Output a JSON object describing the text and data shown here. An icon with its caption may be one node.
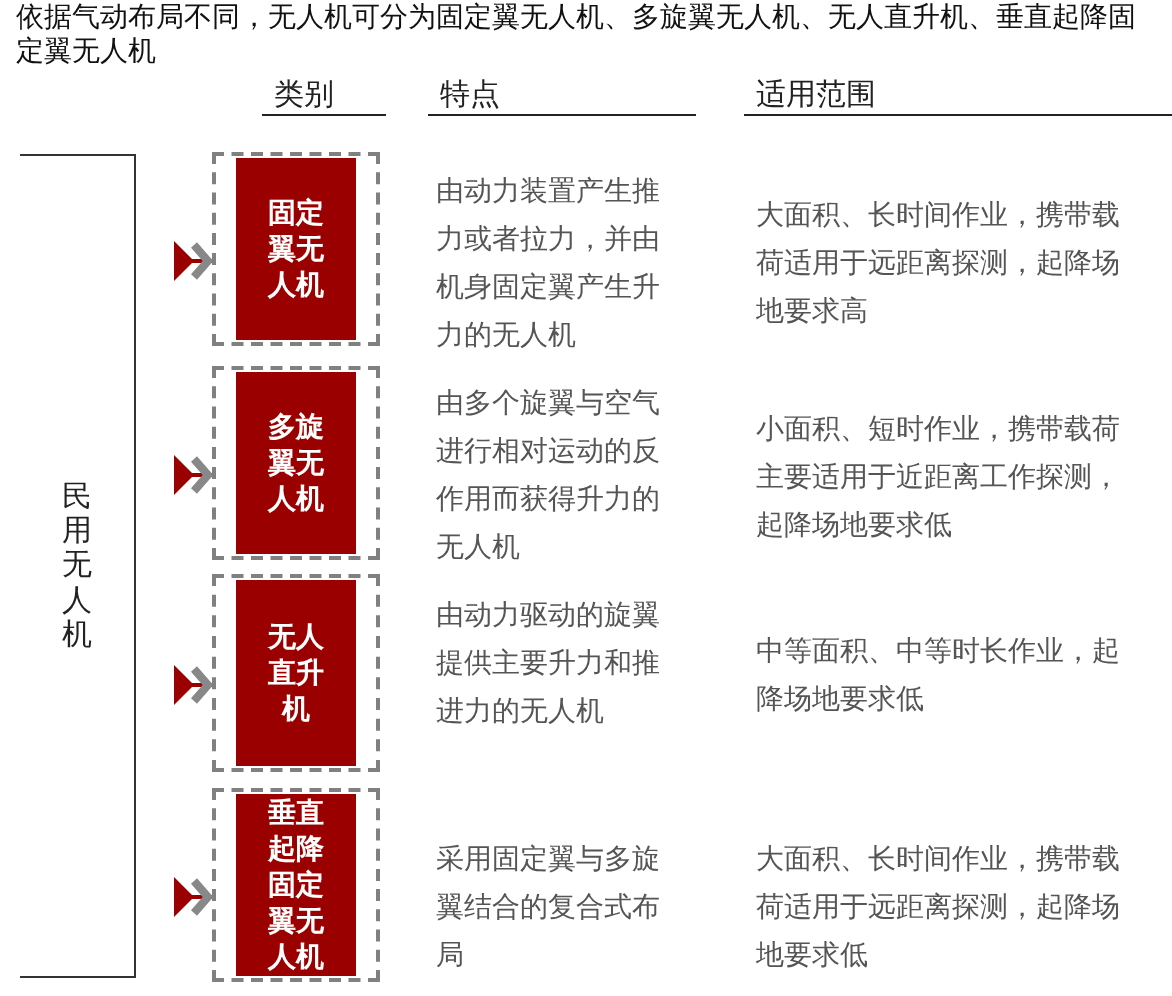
{
  "diagram": {
    "title": "依据气动布局不同，无人机可分为固定翼无人机、多旋翼无人机、无人直升机、垂直起降固定翼无人机",
    "nodes": [
      {
        "text": [
          "民用无人机"
        ]
      },
      {
        "text": [
          "固定翼无人机"
        ]
      },
      {
        "text": [
          "多旋翼无人机"
        ]
      },
      {
        "text": [
          "无人直升机"
        ]
      },
      {
        "text": [
          "垂直起降固定翼无人机"
        ]
      }
    ],
    "edges": [
      {
        "from": 0,
        "to": 1,
        "arrow": "to"
      },
      {
        "from": 0,
        "to": 2,
        "arrow": "to"
      },
      {
        "from": 0,
        "to": 3,
        "arrow": "to"
      },
      {
        "from": 0,
        "to": 4,
        "arrow": "to"
      }
    ],
    "labels": [
      "类别",
      "特点",
      "适用范围",
      "由动力装置产生推力或者拉力，并由机身固定翼产生升力的无人机",
      "大面积、长时间作业，携带载荷适用于远距离探测，起降场地要求高",
      "由多个旋翼与空气进行相对运动的反作用而获得升力的无人机",
      "小面积、短时作业，携带载荷主要适用于近距离工作探测，起降场地要求低",
      "由动力驱动的旋翼提供主要升力和推进力的无人机",
      "中等面积、中等时长作业，起降场地要求低",
      "采用固定翼与多旋翼结合的复合式布局",
      "大面积、长时间作业，携带载荷适用于远距离探测，起降场地要求低"
    ]
  }
}
